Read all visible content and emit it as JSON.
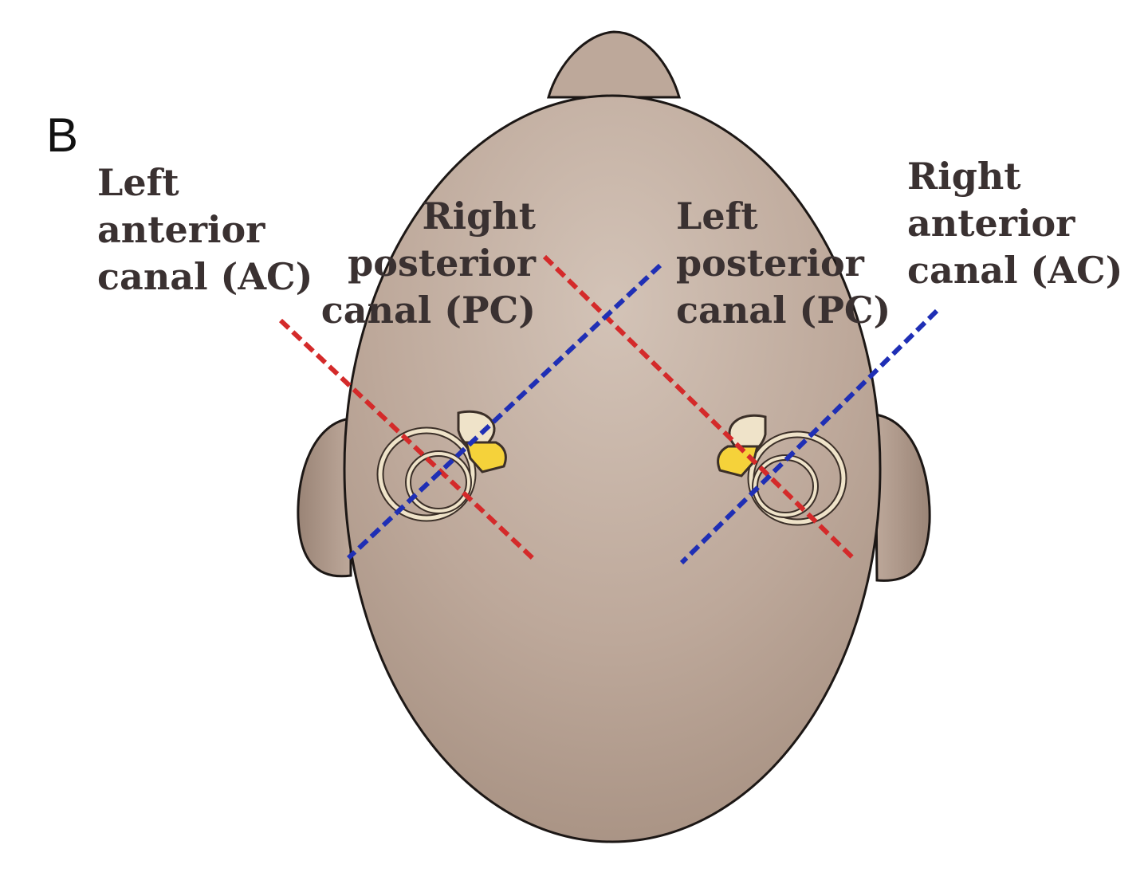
{
  "figure": {
    "panel_letter": "B",
    "labels": {
      "left_anterior": {
        "line1": "Left",
        "line2": "anterior",
        "line3": "canal (AC)"
      },
      "right_posterior": {
        "line1": "Right",
        "line2": "posterior",
        "line3": "canal (PC)"
      },
      "left_posterior": {
        "line1": "Left",
        "line2": "posterior",
        "line3": "canal (PC)"
      },
      "right_anterior": {
        "line1": "Right",
        "line2": "anterior",
        "line3": "canal (AC)"
      }
    },
    "colors": {
      "head": "#bda89a",
      "head_outline": "#1c1715",
      "anterior_canal_line": "#d42a2a",
      "posterior_canal_line": "#1f2fb5",
      "ear_bone": "#f2e6c8",
      "vestibule": "#f5d23a",
      "label_text": "#3a3131"
    }
  }
}
